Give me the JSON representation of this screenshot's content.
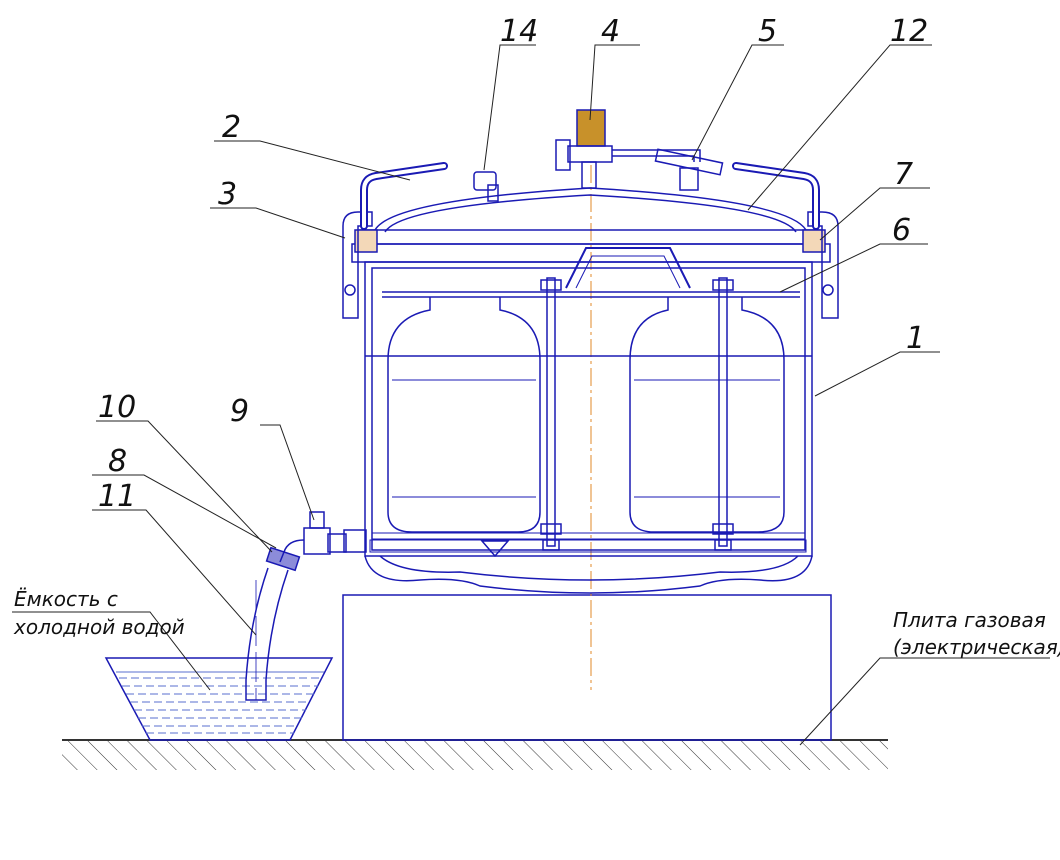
{
  "drawing": {
    "callouts": {
      "n1": "1",
      "n2": "2",
      "n3": "3",
      "n4": "4",
      "n5": "5",
      "n6": "6",
      "n7": "7",
      "n8": "8",
      "n9": "9",
      "n10": "10",
      "n11": "11",
      "n12": "12",
      "n14": "14"
    },
    "labels": {
      "container_line1": "Ёмкость с",
      "container_line2": "холодной водой",
      "stove_line1": "Плита газовая",
      "stove_line2": "(электрическая)"
    },
    "colors": {
      "outline": "#1a1ab4",
      "leader": "#222222",
      "axis": "#e08a2a",
      "water": "#5a6fcf",
      "ground": "#333333",
      "valve_body": "#c8912a"
    }
  }
}
